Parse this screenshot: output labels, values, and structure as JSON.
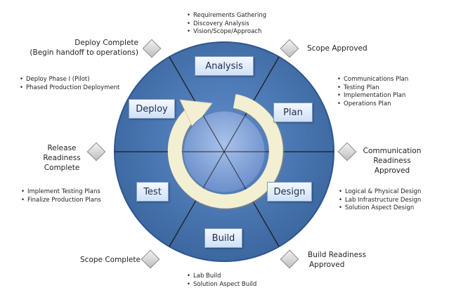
{
  "phases": {
    "analysis": "Analysis",
    "plan": "Plan",
    "design": "Design",
    "build": "Build",
    "test": "Test",
    "deploy": "Deploy"
  },
  "milestones": {
    "scope_approved": "Scope Approved",
    "communication_readiness": [
      "Communication",
      "Readiness",
      "Approved"
    ],
    "build_readiness": [
      "Build Readiness",
      "Approved"
    ],
    "scope_complete": "Scope Complete",
    "release_readiness": [
      "Release",
      "Readiness",
      "Complete"
    ],
    "deploy_complete": [
      "Deploy Complete",
      "(Begin handoff to operations)"
    ]
  },
  "activities": {
    "analysis": [
      "Requirements Gathering",
      "Discovery Analysis",
      "Vision/Scope/Approach"
    ],
    "plan": [
      "Communications Plan",
      "Testing Plan",
      "Implementation Plan",
      "Operations Plan"
    ],
    "design": [
      "Logical & Physical Design",
      "Lab Infrastructure Design",
      "Solution Aspect Design"
    ],
    "build": [
      "Lab Build",
      "Solution Aspect Build"
    ],
    "test": [
      "Implement Testing Plans",
      "Finalize Production Plans"
    ],
    "deploy": [
      "Deploy Phase I (Pilot)",
      "Phased Production Deployment"
    ]
  },
  "colors": {
    "outer_ring": "#4a78b5",
    "outer_ring_dark": "#2e5690",
    "inner_circle": "#7d9fd6",
    "arrow": "#f3efd3",
    "diamond": "#d6d6d6"
  }
}
